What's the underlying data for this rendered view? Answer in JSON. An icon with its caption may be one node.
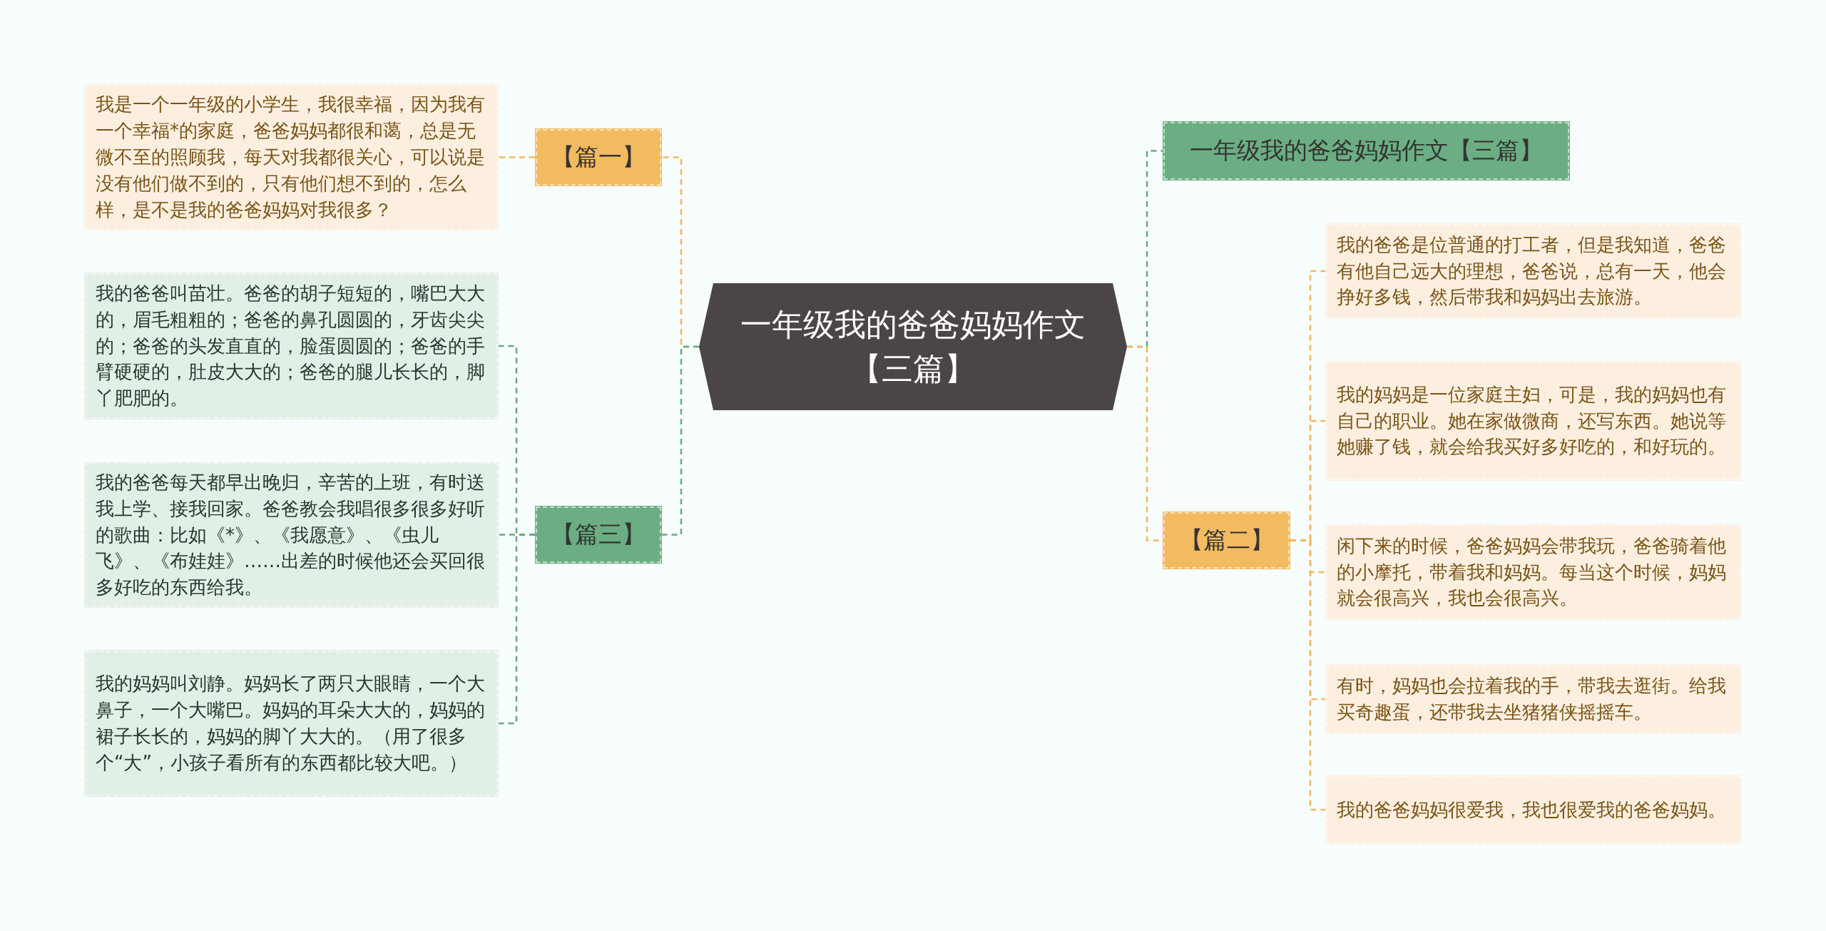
{
  "diagram": {
    "nodes": [
      {
        "text": [
          "一年级我的爸爸妈妈作文【三篇】"
        ]
      },
      {
        "text": [
          "【篇一】"
        ]
      },
      {
        "text": [
          "我是一个一年级的小学生，我很幸福，因为我有一个幸福*的家庭，爸爸妈妈都很和蔼，总是无微不至的照顾我，每天对我都很关心，可以说是没有他们做不到的，只有他们想不到的，怎么样，是不是我的爸爸妈妈对我很多？"
        ]
      },
      {
        "text": [
          "【篇三】"
        ]
      },
      {
        "text": [
          "我的爸爸叫苗壮。爸爸的胡子短短的，嘴巴大大的，眉毛粗粗的；爸爸的鼻孔圆圆的，牙齿尖尖的；爸爸的头发直直的，脸蛋圆圆的；爸爸的手臂硬硬的，肚皮大大的；爸爸的腿儿长长的，脚丫肥肥的。"
        ]
      },
      {
        "text": [
          "我的爸爸每天都早出晚归，辛苦的上班，有时送我上学、接我回家。爸爸教会我唱很多很多好听的歌曲：比如《*》、《我愿意》、《虫儿飞》、《布娃娃》……出差的时候他还会买回很多好吃的东西给我。"
        ]
      },
      {
        "text": [
          "我的妈妈叫刘静。妈妈长了两只大眼睛，一个大鼻子，一个大嘴巴。妈妈的耳朵大大的，妈妈的裙子长长的，妈妈的脚丫大大的。（用了很多个“大”，小孩子看所有的东西都比较大吧。）"
        ]
      },
      {
        "text": [
          "一年级我的爸爸妈妈作文【三篇】"
        ]
      },
      {
        "text": [
          "【篇二】"
        ]
      },
      {
        "text": [
          "我的爸爸是位普通的打工者，但是我知道，爸爸有他自己远大的理想，爸爸说，总有一天，他会挣好多钱，然后带我和妈妈出去旅游。"
        ]
      },
      {
        "text": [
          "我的妈妈是一位家庭主妇，可是，我的妈妈也有自己的职业。她在家做微商，还写东西。她说等她赚了钱，就会给我买好多好吃的，和好玩的。"
        ]
      },
      {
        "text": [
          "闲下来的时候，爸爸妈妈会带我玩，爸爸骑着他的小摩托，带着我和妈妈。每当这个时候，妈妈就会很高兴，我也会很高兴。"
        ]
      },
      {
        "text": [
          "有时，妈妈也会拉着我的手，带我去逛街。给我买奇趣蛋，还带我去坐猪猪侠摇摇车。"
        ]
      },
      {
        "text": [
          "我的爸爸妈妈很爱我，我也很爱我的爸爸妈妈。"
        ]
      }
    ],
    "edges": [
      {
        "from": 0,
        "to": 1,
        "arrow": "none",
        "style": "dashed"
      },
      {
        "from": 1,
        "to": 2,
        "arrow": "none",
        "style": "dashed"
      },
      {
        "from": 0,
        "to": 3,
        "arrow": "none",
        "style": "dashed",
        "color": "#6aa882"
      },
      {
        "from": 3,
        "to": 4,
        "arrow": "none",
        "style": "dashed",
        "color": "#6aa882"
      },
      {
        "from": 3,
        "to": 5,
        "arrow": "none",
        "style": "dashed",
        "color": "#6aa882"
      },
      {
        "from": 3,
        "to": 6,
        "arrow": "none",
        "style": "dashed",
        "color": "#6aa882"
      },
      {
        "from": 0,
        "to": 7,
        "arrow": "none",
        "style": "dashed",
        "color": "#6aa882"
      },
      {
        "from": 0,
        "to": 8,
        "arrow": "none",
        "style": "dashed"
      },
      {
        "from": 8,
        "to": 9,
        "arrow": "none",
        "style": "dashed"
      },
      {
        "from": 8,
        "to": 10,
        "arrow": "none",
        "style": "dashed"
      },
      {
        "from": 8,
        "to": 11,
        "arrow": "none",
        "style": "dashed"
      },
      {
        "from": 8,
        "to": 12,
        "arrow": "none",
        "style": "dashed"
      },
      {
        "from": 8,
        "to": 13,
        "arrow": "none",
        "style": "dashed"
      }
    ]
  }
}
